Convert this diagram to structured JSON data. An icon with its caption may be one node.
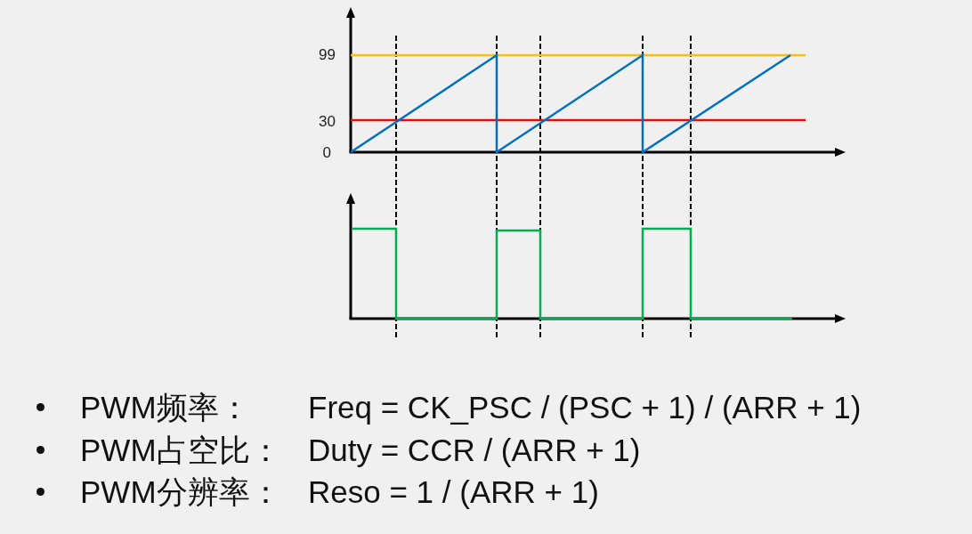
{
  "diagram": {
    "labels": [
      "99",
      "30",
      "0",
      "PWM频率：",
      "Freq = CK_PSC / (PSC + 1) / (ARR + 1)",
      "PWM占空比：",
      "Duty = CCR / (ARR + 1)",
      "PWM分辨率：",
      "Reso = 1 / (ARR + 1)"
    ]
  }
}
